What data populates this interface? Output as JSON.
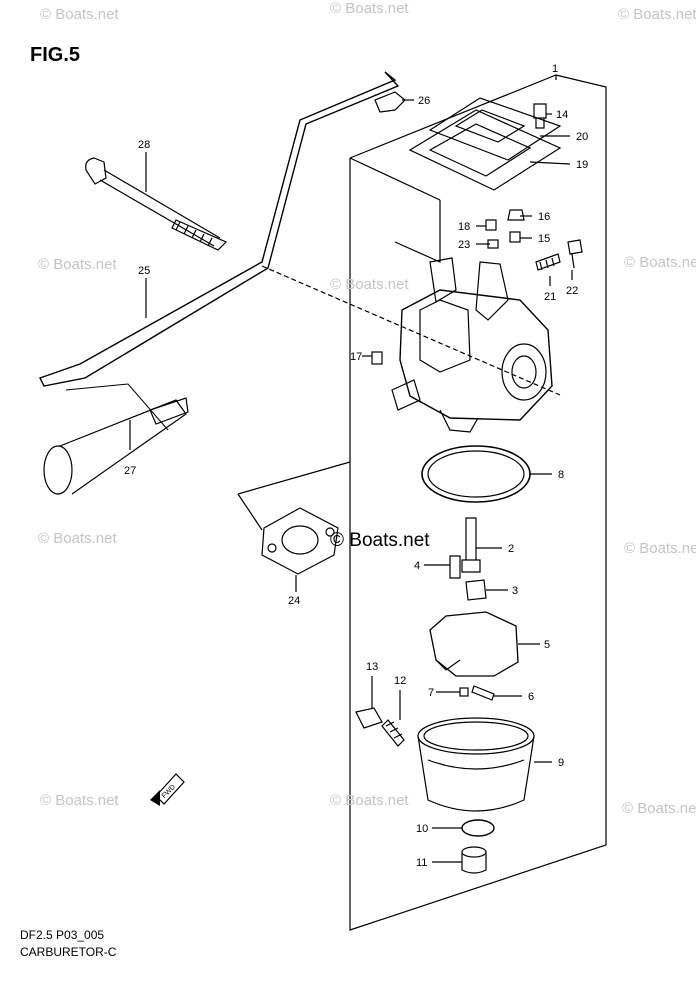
{
  "figure": {
    "title": "FIG.5",
    "code": "DF2.5 P03_005",
    "caption": "CARBURETOR-C"
  },
  "watermark": {
    "text": "© Boats.net",
    "center_text": "© Boats.net"
  },
  "callouts": [
    "1",
    "2",
    "3",
    "4",
    "5",
    "6",
    "7",
    "8",
    "9",
    "10",
    "11",
    "12",
    "13",
    "14",
    "15",
    "16",
    "17",
    "18",
    "19",
    "20",
    "21",
    "22",
    "23",
    "24",
    "25",
    "26",
    "27",
    "28"
  ],
  "fwd_label": "FWD"
}
